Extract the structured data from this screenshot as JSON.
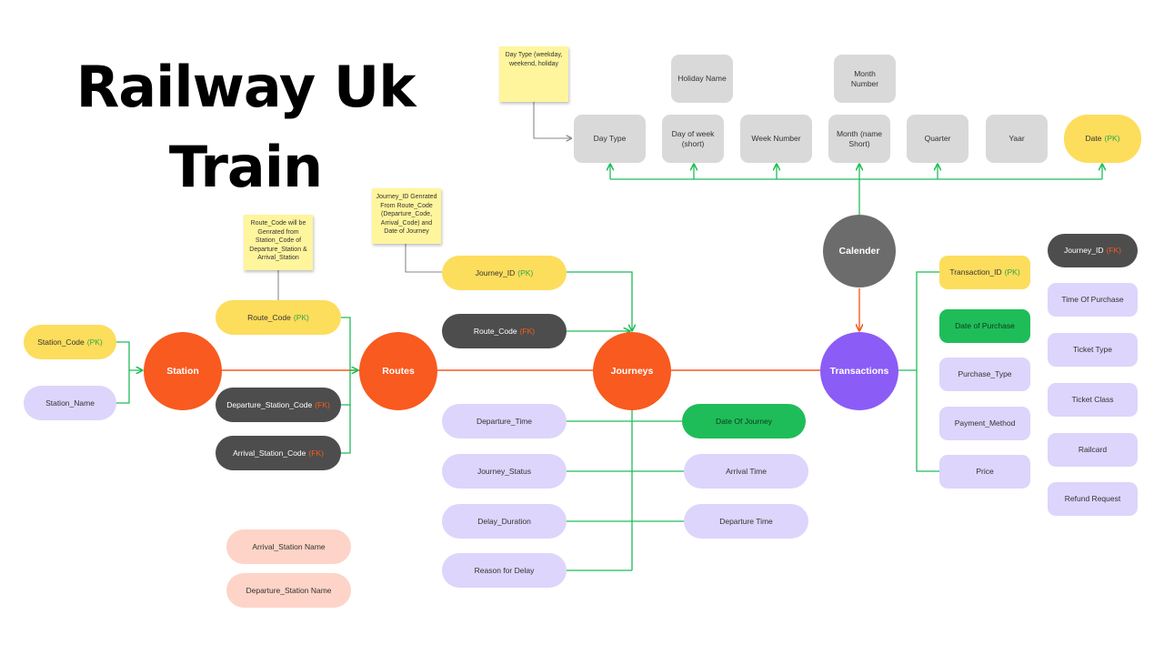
{
  "title": {
    "line1": "Railway Uk",
    "line2": "Train"
  },
  "tags": {
    "pk": "(PK)",
    "fk": "(FK)"
  },
  "entities": {
    "station": "Station",
    "routes": "Routes",
    "journeys": "Journeys",
    "transactions": "Transactions",
    "calender": "Calender"
  },
  "station_attrs": {
    "code": "Station_Code",
    "name": "Station_Name"
  },
  "route_attrs": {
    "code": "Route_Code",
    "departure": "Departure_Station_Code",
    "arrival": "Arrival_Station_Code"
  },
  "extra_attrs": {
    "arrival_name": "Arrival_Station Name",
    "departure_name": "Departure_Station Name"
  },
  "journey_attrs": {
    "id": "Journey_ID",
    "route_code": "Route_Code",
    "departure_time": "Departure_Time",
    "status": "Journey_Status",
    "delay": "Delay_Duration",
    "reason": "Reason for Delay",
    "date": "Date Of Journey",
    "arrival_time_r": "Arrival Time",
    "departure_time_r": "Departure Time"
  },
  "transaction_attrs": {
    "id": "Transaction_ID",
    "date": "Date of Purchase",
    "type": "Purchase_Type",
    "payment": "Payment_Method",
    "price": "Price"
  },
  "ticket_attrs": {
    "journey_id": "Journey_ID",
    "time": "Time Of Purchase",
    "type": "Ticket Type",
    "class": "Ticket Class",
    "railcard": "Railcard",
    "refund": "Refund Request"
  },
  "calendar_attrs": {
    "day_type": "Day Type",
    "day_of_week": "Day of week (short)",
    "week_number": "Week Number",
    "month_short": "Month (name Short)",
    "quarter": "Quarter",
    "year": "Yaar",
    "date": "Date",
    "holiday_name": "Holiday Name",
    "month_number": "Month Number"
  },
  "notes": {
    "day_type": "Day Type (weekday, weekend, holiday",
    "route_code": "Route_Code will be Genrated from Station_Code of Departure_Station & Arrival_Station",
    "journey_id": "Journey_ID Genrated From Route_Code (Departure_Code, Arrival_Code) and Date of Journey"
  },
  "colors": {
    "connector_green": "#1fbd59",
    "connector_orange": "#f85a1f",
    "connector_grey": "#8a8a8a",
    "pk_green": "#2ea84a",
    "fk_orange": "#f85a1f"
  }
}
